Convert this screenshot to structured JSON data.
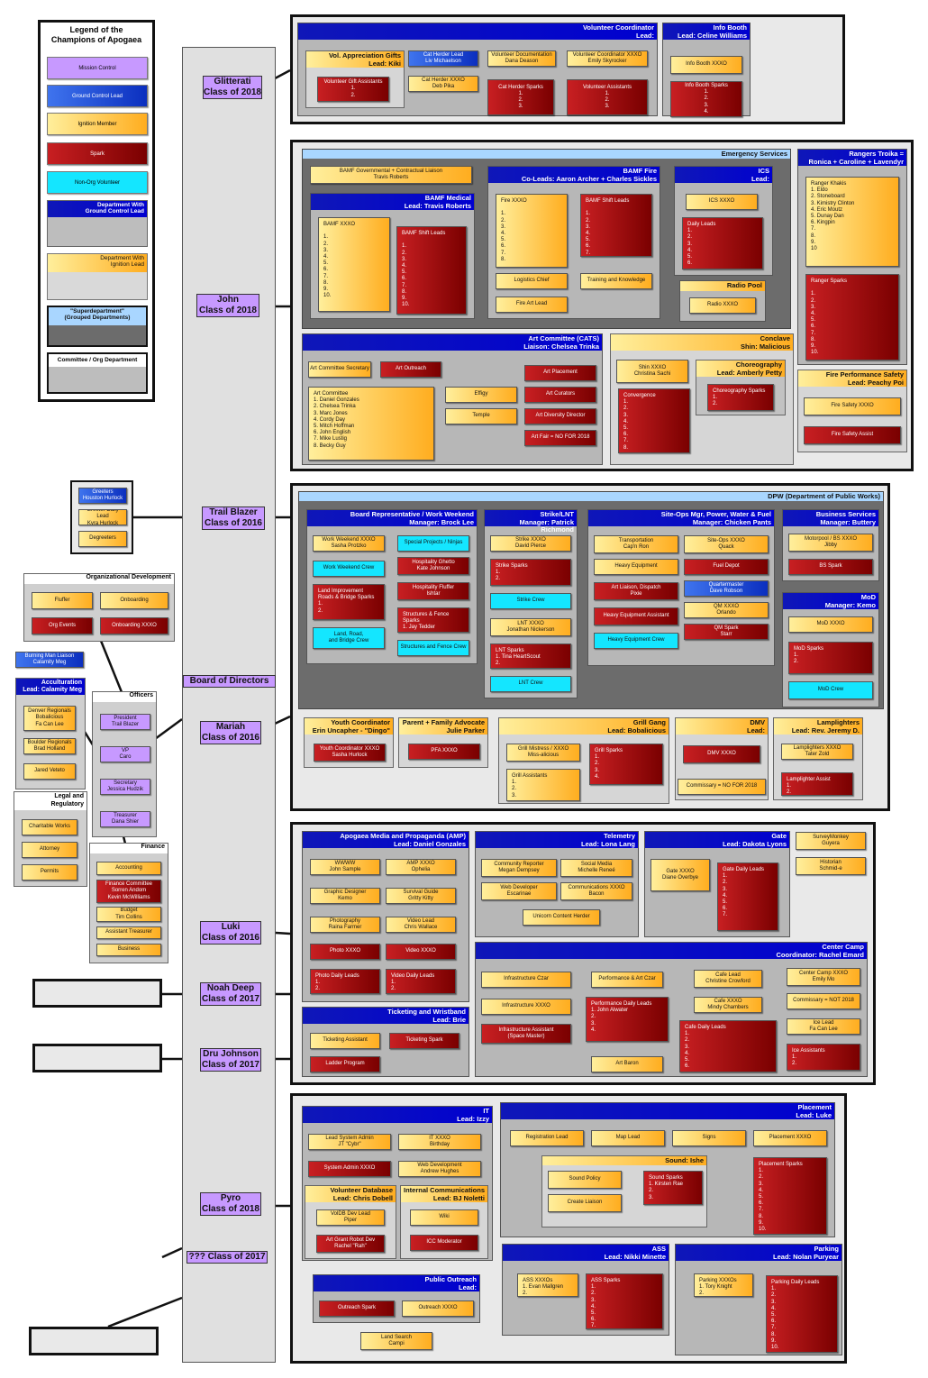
{
  "legend": {
    "title": "Legend of the\nChampions of Apogaea",
    "mission_control": "Mission Control",
    "ground_control": "Ground Control Lead",
    "ignition": "Ignition Member",
    "spark": "Spark",
    "non_org": "Non-Org Volunteer",
    "dept_ground": "Department With\nGround Control Lead",
    "dept_ignition": "Department With\nIgnition Lead",
    "superdept": "\"Superdepartment\"\n(Grouped Departments)",
    "committee": "Committee / Org Department"
  },
  "spine": {
    "board": "Board of Directors",
    "glitterati": "Glitterati\nClass of 2018",
    "john": "John\nClass of 2018",
    "trailblazer": "Trail Blazer\nClass of 2016",
    "mariah": "Mariah\nClass of 2016",
    "luki": "Luki\nClass of 2016",
    "noah": "Noah Deep\nClass of 2017",
    "dru": "Dru Johnson\nClass of 2017",
    "pyro": "Pyro\nClass of 2018",
    "unknown": "??? Class of 2017"
  },
  "left": {
    "greeters": "Greeters\nHouston Hurlock",
    "greeter_lead": "Greeter Daily Lead\nKyra Hurlock",
    "degreeters": "Degreeters",
    "orgdev": "Organizational Development",
    "fluffer": "Fluffer",
    "onboarding": "Onboarding",
    "org_events": "Org Events",
    "onboarding_xxxo": "Onboarding XXXO",
    "bm_liaison": "Burning Man Liaison\nCalamity Meg",
    "accult": "Acculturation\nLead: Calamity Meg",
    "denver": "Denver Regionals\nBobalicious\nFa Can Lee",
    "boulder": "Boulder Regionals\nBrad Holland",
    "jared": "Jared Veteto",
    "officers": "Officers",
    "president": "President\nTrail Blazer",
    "vp": "VP\nCaro",
    "secretary": "Secretary\nJessica Hudzik",
    "treasurer": "Treasurer\nDana Shier",
    "legal": "Legal and\nRegulatory",
    "charitable": "Charitable Works",
    "attorney": "Attorney",
    "permits": "Permits",
    "finance": "Finance",
    "accounting": "Accounting",
    "fin_committee": "Finance Committee\nSorren Andom\nKevin McWilliams",
    "budget": "Budget\nTim Collins",
    "asst_treasurer": "Assistant Treasurer",
    "business": "Business"
  },
  "glitterati": {
    "vc_head": "Volunteer Coordinator\nLead:",
    "vag_head": "Vol. Appreciation Gifts\nLead: Kiki",
    "vg_assist": "Volunteer Gift Assistants\n1.\n2.",
    "cat_lead": "Cat Herder Lead\nLiv Michaelson",
    "cat_xxxo": "Cat Herder XXXO\nDeb Pika",
    "cat_sparks": "Cat Herder Sparks\n1.\n2.\n3.",
    "vol_doc": "Volunteer Documentation\nDana Deason",
    "vc_xxxo": "Volunteer Coordinator XXXO\nEmily Skyrocker",
    "vol_assist": "Volunteer Assistants\n1.\n2.\n3.",
    "ib_head": "Info Booth\nLead: Celine Williams",
    "ib_xxxo": "Info Booth XXXO",
    "ib_sparks": "Info Booth Sparks\n1.\n2.\n3.\n4."
  },
  "john": {
    "es_head": "Emergency Services",
    "bamf_gov": "BAMF Governmental + Contractual Liaison\nTravis Roberts",
    "bamf_med_head": "BAMF Medical\nLead: Travis Roberts",
    "bamf_xxxo": "BAMF XXXO\n\n1.\n2.\n3.\n4.\n5.\n6.\n7.\n8.\n9.\n10.",
    "bamf_shift": "BAMF Shift Leads\n\n1.\n2.\n3.\n4.\n5.\n6.\n7.\n8.\n9.\n10.",
    "bamf_fire_head": "BAMF Fire\nCo-Leads: Aaron Archer + Charles Sickles",
    "fire_xxxo": "Fire  XXXO\n\n1.\n2.\n3.\n4.\n5.\n6.\n7.\n8.",
    "fire_shift": "BAMF Shift Leads\n\n1.\n2.\n3.\n4.\n5.\n6.\n7.\n8.",
    "logistics": "Logistics Chief",
    "training": "Training and Knowledge",
    "fire_art": "Fire Art Lead",
    "ics_head": "ICS\nLead:",
    "ics_xxxo": "ICS XXXO",
    "daily_leads": "Daily Leads\n1.\n2.\n3.\n4.\n5.\n6.",
    "radio_head": "Radio Pool",
    "radio_xxxo": "Radio XXXO",
    "rangers_head": "Rangers Troika =\nRonica + Caroline + Lavendyr",
    "ranger_khakis": "Ranger Khakis\n1. Eldo\n2. Stoneboard\n3. Kimistry Clinton\n4. Eric Moutz\n5. Dunay Dan\n6. Kingpin\n7.\n8.\n9.\n10",
    "ranger_sparks": "Ranger Sparks\n\n1.\n2.\n3.\n4.\n5.\n6.\n7.\n8.\n9.\n10.",
    "cats_head": "Art Committee (CATS)\nLiaison: Chelsea Trinka",
    "art_secretary": "Art Committee Secretary",
    "art_outreach": "Art Outreach",
    "art_committee": "Art Committee\n1. Daniel Gonzales\n2. Chelsea Trinka\n3. Marc Jones\n4. Cordy Day\n5. Mitch Hoffman\n6. John English\n7. Mike Lustig\n8. Becky Guy",
    "effigy": "Effigy",
    "temple": "Temple",
    "art_placement": "Art Placement",
    "art_curators": "Art Curators",
    "art_diversity": "Art Diversity Director",
    "art_fair": "Art Fair = NO FOR 2018",
    "conclave_head": "Conclave\nShin: Malicious",
    "shin_xxxo": "Shin XXXO\nChristina Sachi",
    "convergence": "Convergence\n1.\n2.\n3.\n4.\n5.\n6.\n7.\n8.",
    "choreo_head": "Choreography\nLead: Amberly Petty",
    "choreo_sparks": "Choreography Sparks\n1.\n2.",
    "fps_head": "Fire Performance Safety\nLead: Peachy Poi",
    "fire_safety_xxxo": "Fire Safety XXXO",
    "fire_safety_assist": "Fire Safety Assist"
  },
  "mariah": {
    "dpw_head": "DPW (Department of Public Works)",
    "board_rep_head": "Board Representative / Work Weekend\nManager: Brock Lee",
    "ww_xxxo": "Work Weekend XXXO\nSasha Protzko",
    "special": "Special Projects / Ninjas",
    "ww_crew": "Work Weekend Crew",
    "hosp_ghetto": "Hospitality Ghetto\nKate Johnson",
    "hosp_fluffer": "Hospitality Fluffer\nIshtar",
    "land_imp": "Land Improvement\nRoads & Bridge Sparks\n1.\n2.",
    "struct_sparks": "Structures & Fence Sparks\n1. Jay Tedder\n2.",
    "land_crew": "Land, Road,\nand Bridge Crew",
    "struct_crew": "Structures and Fence Crew",
    "strike_head": "Strike/LNT\nManager: Patrick Richmond",
    "strike_xxxo": "Strike XXXO\nDavid Pierce",
    "strike_sparks": "Strike Sparks\n1.\n2.",
    "strike_crew": "Strike Crew",
    "lnt_xxxo": "LNT XXXO\nJonathan Nickerson",
    "lnt_sparks": "LNT Sparks\n1. Tina HeartScout\n2.",
    "lnt_crew": "LNT Crew",
    "siteops_head": "Site-Ops Mgr, Power, Water & Fuel\nManager: Chicken Pants",
    "transport": "Transportation\nCap'n Ron",
    "siteops_xxxo": "Site-Ops XXXO\nQuack",
    "heavy_eq": "Heavy Equipment",
    "fuel": "Fuel Depot",
    "art_liaison": "Art Liaison, Dispatch\nPixie",
    "qm": "Quartermaster\nDave Robson",
    "heavy_assist": "Heavy Equipment Assistant",
    "qm_xxxo": "QM XXXO\nOrlando",
    "qm_spark": "QM Spark\nStarr",
    "heavy_crew": "Heavy Equipment Crew",
    "bs_head": "Business Services\nManager: Buttery",
    "motorpool": "Motorpool / BS XXXO\nJibby",
    "bs_spark": "BS Spark",
    "mod_head": "MoD\nManager: Kemo",
    "mod_xxxo": "MoD XXXO",
    "mod_sparks": "MoD Sparks\n1.\n2.",
    "mod_crew": "MoD Crew",
    "youth_head": "Youth Coordinator\nErin Uncapher - \"Dingo\"",
    "youth_xxxo": "Youth Coordinator XXXO\nSasha Hurlock",
    "pfa_head": "Parent + Family Advocate\nJulie Parker",
    "pfa_xxxo": "PFA XXXO",
    "grill_head": "Grill Gang\nLead: Bobalicious",
    "grill_xxxo": "Grill Mistress / XXXO\nMiss-alicious",
    "grill_assist": "Grill Assistants\n1.\n2.\n3.",
    "grill_sparks": "Grill Sparks\n1.\n2.\n3.\n4.",
    "dmv_head": "DMV\nLead:",
    "dmv_xxxo": "DMV XXXO",
    "commissary": "Commissary = NO FOR 2018",
    "lamp_head": "Lamplighters\nLead: Rev. Jeremy D.",
    "lamp_xxxo": "Lamplighters XXXO\nTater Zold",
    "lamp_assist": "Lamplighter Assist\n1.\n2."
  },
  "luki": {
    "amp_head": "Apogaea Media and Propaganda (AMP)\nLead: Daniel Gonzales",
    "wwww": "WWWW\nJohn Sample",
    "amp_xxxo": "AMP XXXO\nOphelia",
    "graphic": "Graphic Designer\nKemo",
    "survival": "Survival Guide\nGritty Kitty",
    "photo": "Photography\nRaina Farmer",
    "video": "Video Lead\nChris Wallace",
    "photo_xxxo": "Photo XXXO",
    "video_xxxo": "Video XXXO",
    "photo_daily": "Photo Daily Leads\n1.\n2.",
    "video_daily": "Video Daily Leads\n1.\n2.",
    "tele_head": "Telemetry\nLead: Lona Lang",
    "comm_rep": "Community Reporter\nMegan Dempsey",
    "social": "Social Media\nMichelle Reneé",
    "web_dev": "Web Developer\nEscarinae",
    "comm_xxxo": "Communications XXXO\nBacon",
    "unicorn": "Unicorn Content Herder",
    "gate_head": "Gate\nLead: Dakota Lyons",
    "gate_xxxo": "Gate XXXO\nDiane Overbye",
    "gate_daily": "Gate Daily Leads\n1.\n2.\n3.\n4.\n5.\n6.\n7.",
    "survey": "SurveyMonkey\nGuyera",
    "historian": "Historian\nSchmid-e",
    "ticket_head": "Ticketing and Wristband\nLead: Brie",
    "ticket_assist": "Ticketing Assistant",
    "ticket_spark": "Ticketing Spark",
    "ladder": "Ladder Program",
    "cc_head": "Center Camp\nCoordinator: Rachel Emard",
    "infra_czar": "Infrastructure Czar",
    "perf_czar": "Performance & Art Czar",
    "cafe_lead": "Cafe Lead\nChristine Crowford",
    "cc_xxxo": "Center Camp XXXO\nEmily Mo",
    "infra_xxxo": "Infrastructure XXXO",
    "perf_daily": "Performance Daily Leads\n1. John Alwater\n2.\n3.\n4.",
    "cafe_xxxo": "Cafe XXXO\nMindy Chambers",
    "commissary": "Commissary = NOT 2018",
    "infra_assist": "Infrastructure Assistant\n(Space Master)",
    "cafe_daily": "Cafe Daily Leads\n1.\n2.\n3.\n4.\n5.\n6.",
    "ice_lead": "Ice Lead\nFa Can Lee",
    "ice_assist": "Ice Assistants\n1.\n2.",
    "art_baron": "Art Baron"
  },
  "pyro": {
    "it_head": "IT\nLead: Izzy",
    "lead_sysadmin": "Lead System Admin\nJT \"Cybr\"",
    "it_xxxo": "IT XXXO\nBirthday",
    "sysadmin_xxxo": "System Admin XXXO",
    "web_dev": "Web Development\nAndrew Hughes",
    "vdb_head": "Volunteer Database\nLead: Chris Dobell",
    "vdb_dev": "VolDB Dev Lead\nPiper",
    "art_grant": "Art Grant Robot Dev\nRachel \"Rah\"",
    "ic_head": "Internal Communications\nLead: BJ Noletti",
    "wiki": "Wiki",
    "icc": "ICC Moderator",
    "po_head": "Public Outreach\nLead:",
    "outreach_spark": "Outreach Spark",
    "outreach_xxxo": "Outreach XXXO",
    "land_search": "Land Search\nCampi",
    "placement_head": "Placement\nLead: Luke",
    "registration": "Registration Lead",
    "map": "Map Lead",
    "signs": "Signs",
    "placement_xxxo": "Placement XXXO",
    "placement_sparks": "Placement Sparks\n1.\n2.\n3.\n4.\n5.\n6.\n7.\n8.\n9.\n10.",
    "sound_head": "Sound: Ishe",
    "sound_policy": "Sound Policy",
    "sound_sparks": "Sound Sparks\n1. Kirsten Rae\n2.\n3.",
    "create_liaison": "Create Liaison",
    "ass_head": "ASS\nLead: Nikki Minette",
    "ass_xxxo": "ASS XXXOs\n1. Evan Mallgren\n2.",
    "ass_sparks": "ASS Sparks\n1.\n2.\n3.\n4.\n5.\n6.\n7.",
    "parking_head": "Parking\nLead: Nolan Puryear",
    "parking_xxxo": "Parking XXXOs\n1. Tory Knight\n2.",
    "parking_daily": "Parking Daily Leads\n1.\n2.\n3.\n4.\n5.\n6.\n7.\n8.\n9.\n10."
  }
}
